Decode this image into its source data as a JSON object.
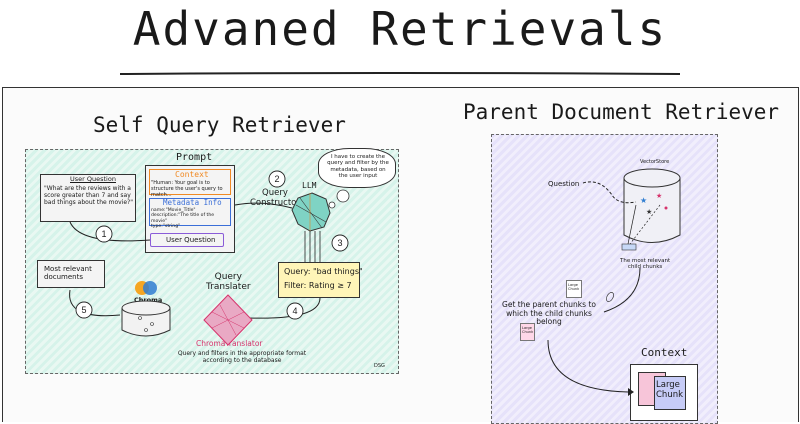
{
  "title": "Advaned Retrievals",
  "left": {
    "heading": "Self Query Retriever",
    "prompt_title": "Prompt",
    "context_title": "Context",
    "context_text": "\"Human: Your goal is to structure the user's query to match...",
    "metadata_title": "Metadata Info",
    "metadata_text": "name:\"Movie_Title\"\ndescription:\"The title of the movie\"\ntype:\"string\"",
    "user_question_label": "User Question",
    "user_question_title": "User Question",
    "user_question_text": "\"What are the reviews with a score greater than 7 and say bad things about the movie?\"",
    "query_constructor": "Query\nConstructor",
    "llm_label": "LLM",
    "thought": "I have to create the query and filter by the metadata, based on the user input",
    "query_text": "Query: \"bad things\"",
    "filter_text": "Filter: Rating ≥ 7",
    "query_translater": "Query\nTranslater",
    "chroma_label": "Chroma",
    "chroma_translator": "ChromaTranslator",
    "translator_desc": "Query and filters in the appropriate format according to the database",
    "relevant_docs": "Most relevant\ndocuments",
    "signature": "DSG",
    "steps": [
      "1",
      "2",
      "3",
      "4",
      "5"
    ]
  },
  "right": {
    "heading": "Parent Document Retriever",
    "vectorstore": "VectorStore",
    "question": "Question",
    "child_chunks": "The most relevant\nchild chunks",
    "large_chunk_small": "Large\nChunk",
    "parent_text": "Get the parent chunks to\nwhich the child chunks belong",
    "context_title": "Context",
    "large_chunk_big": "Large\nChunk"
  },
  "colors": {
    "left_bg": "#d6f3ea",
    "right_bg": "#e6e2fa",
    "context_orange": "#f08a24",
    "metadata_blue": "#3b6fd8",
    "user_q_purple": "#8a5cd8",
    "query_box": "#fff5b8",
    "translator_pink": "#d6336c",
    "chroma_blue": "#2f7dd1"
  }
}
